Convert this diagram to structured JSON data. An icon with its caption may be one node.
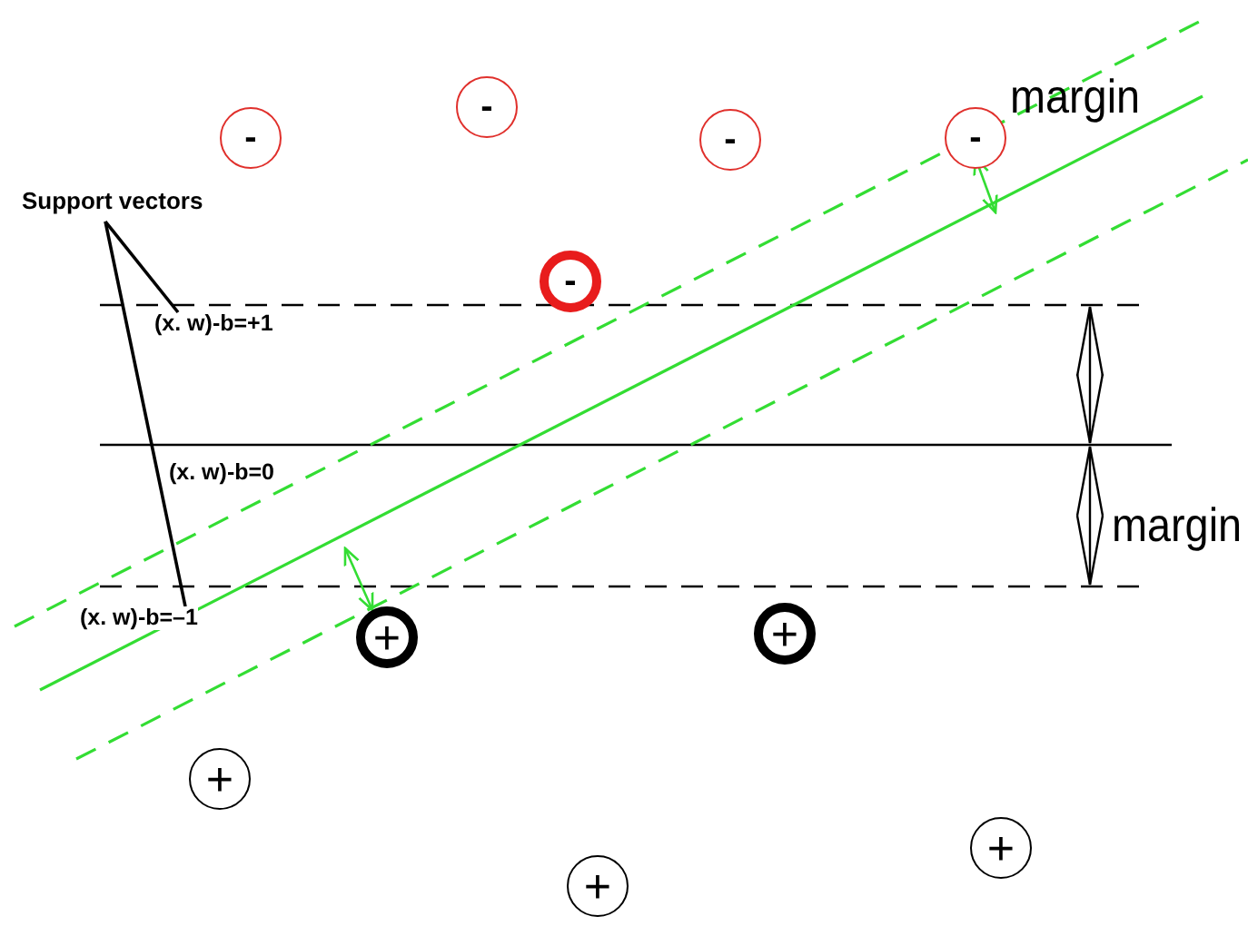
{
  "diagram": {
    "nodes": [
      {
        "text": [
          "Support vectors"
        ]
      },
      {
        "text": [
          "-"
        ]
      },
      {
        "text": [
          "-"
        ]
      },
      {
        "text": [
          "-"
        ]
      },
      {
        "text": [
          "-"
        ]
      },
      {
        "text": [
          "-"
        ]
      },
      {
        "text": [
          "+"
        ]
      },
      {
        "text": [
          "+"
        ]
      },
      {
        "text": [
          "+"
        ]
      },
      {
        "text": [
          "+"
        ]
      },
      {
        "text": [
          "+"
        ]
      },
      {
        "text": [
          "(x. w)-b=+1"
        ]
      },
      {
        "text": [
          "(x. w)-b=–1"
        ]
      }
    ],
    "edges": [
      {
        "from": 0,
        "to": 11,
        "arrow": "none"
      },
      {
        "from": 0,
        "to": 12,
        "arrow": "none"
      }
    ],
    "labels": [
      "margin",
      "(x. w)-b=0",
      "margin"
    ]
  }
}
